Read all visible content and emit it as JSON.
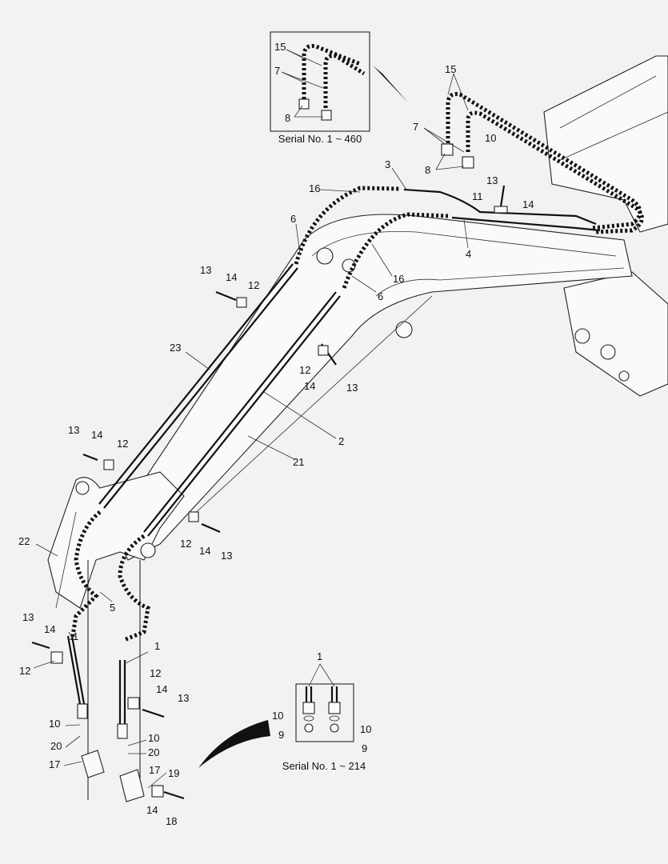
{
  "insets": {
    "top": {
      "caption": "Serial No. 1 ~ 460"
    },
    "bottom": {
      "caption": "Serial No. 1 ~ 214"
    }
  },
  "callouts": {
    "inset_top": {
      "c15": "15",
      "c7": "7",
      "c8": "8"
    },
    "inset_bottom": {
      "c1": "1",
      "c10a": "10",
      "c10b": "10",
      "c9a": "9",
      "c9b": "9"
    },
    "main": {
      "n15": "15",
      "n7": "7",
      "n8": "8",
      "n10_top": "10",
      "n3": "3",
      "n13_a": "13",
      "n11": "11",
      "n14_a": "14",
      "n16_a": "16",
      "n6_a": "6",
      "n4": "4",
      "n16_b": "16",
      "n6_b": "6",
      "n13_b": "13",
      "n14_b": "14",
      "n12_b": "12",
      "n23": "23",
      "n12_c": "12",
      "n14_c": "14",
      "n13_c": "13",
      "n2": "2",
      "n21": "21",
      "n13_d": "13",
      "n14_d": "14",
      "n12_d": "12",
      "n22": "22",
      "n12_e": "12",
      "n14_e": "14",
      "n13_e": "13",
      "n5": "5",
      "n13_f": "13",
      "n14_f": "14",
      "n1_a": "1",
      "n12_f": "12",
      "n1_b": "1",
      "n12_g": "12",
      "n14_g": "14",
      "n13_g": "13",
      "n10_a": "10",
      "n20_a": "20",
      "n17_a": "17",
      "n10_b": "10",
      "n20_b": "20",
      "n17_b": "17",
      "n19": "19",
      "n14_h": "14",
      "n18": "18"
    }
  }
}
